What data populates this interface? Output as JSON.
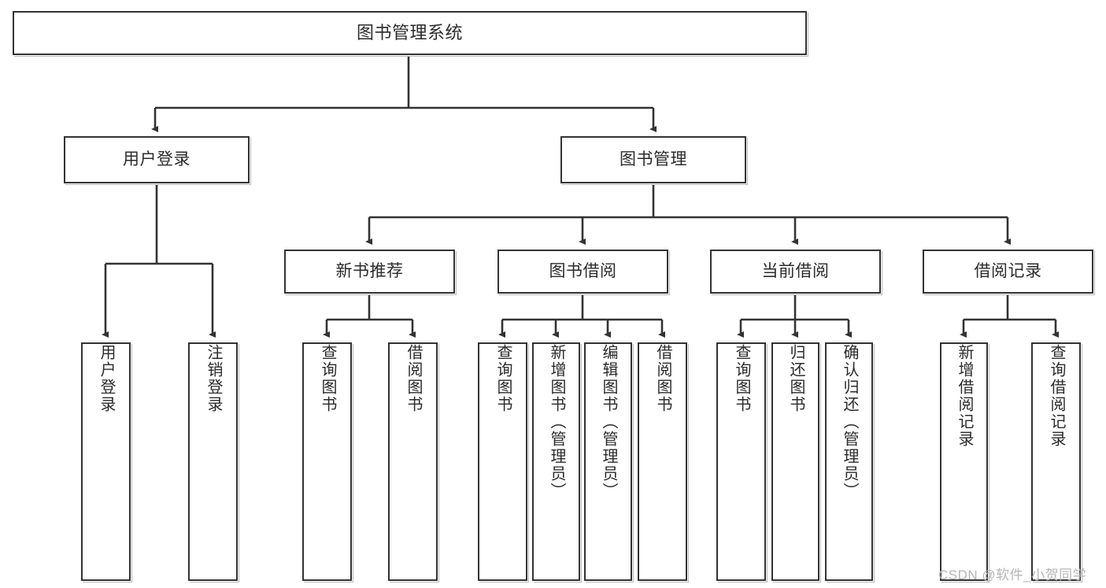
{
  "diagram": {
    "title": "图书管理系统",
    "type": "tree-hierarchy-diagram",
    "watermark": "CSDN @软件_小贺同学",
    "colors": {
      "border": "#333333",
      "background": "#ffffff",
      "text": "#2b2b2b",
      "watermark": "#b6b6b6"
    }
  },
  "nodes": {
    "root": {
      "label": "图书管理系统"
    },
    "level1": [
      {
        "label": "用户登录"
      },
      {
        "label": "图书管理"
      }
    ],
    "level2": [
      {
        "label": "新书推荐"
      },
      {
        "label": "图书借阅"
      },
      {
        "label": "当前借阅"
      },
      {
        "label": "借阅记录"
      }
    ],
    "leaves": {
      "user_login": [
        {
          "label": "用户登录"
        },
        {
          "label": "注销登录"
        }
      ],
      "new_book_recommend": [
        {
          "label": "查询图书"
        },
        {
          "label": "借阅图书"
        }
      ],
      "book_borrow": [
        {
          "label": "查询图书"
        },
        {
          "label": "新增图书（管理员）"
        },
        {
          "label": "编辑图书（管理员）"
        },
        {
          "label": "借阅图书"
        }
      ],
      "current_borrow": [
        {
          "label": "查询图书"
        },
        {
          "label": "归还图书"
        },
        {
          "label": "确认归还（管理员）"
        }
      ],
      "borrow_record": [
        {
          "label": "新增借阅记录"
        },
        {
          "label": "查询借阅记录"
        }
      ]
    }
  }
}
